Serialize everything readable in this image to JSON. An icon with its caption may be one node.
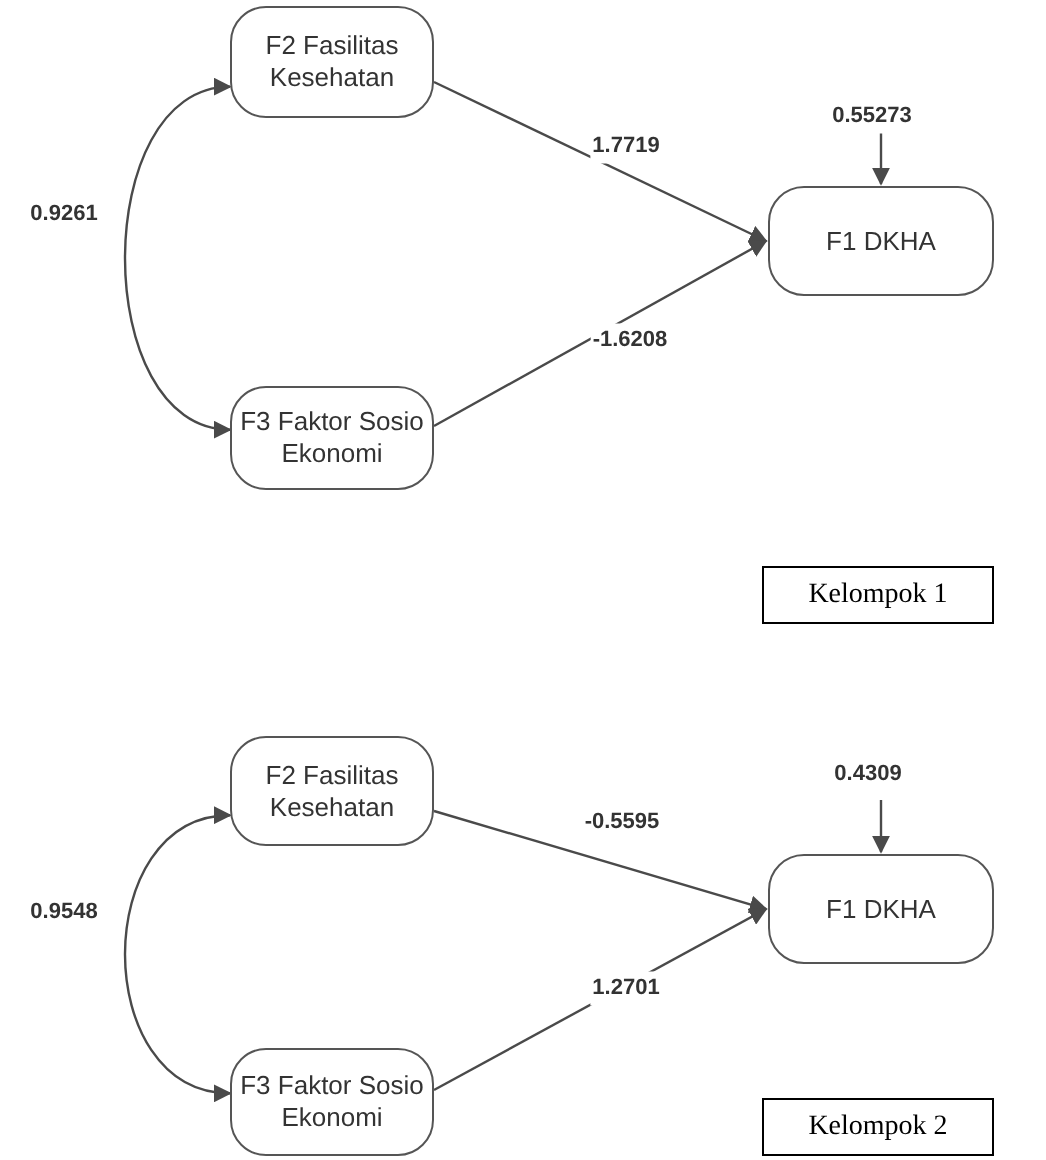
{
  "diagram": {
    "nodes": [
      {
        "text": [
          "F2 Fasilitas Kesehatan"
        ]
      },
      {
        "text": [
          "F3 Faktor Sosio Ekonomi"
        ]
      },
      {
        "text": [
          "F1 DKHA"
        ]
      },
      {
        "text": [
          "Kelompok 1"
        ]
      },
      {
        "text": [
          "F2 Fasilitas Kesehatan"
        ]
      },
      {
        "text": [
          "F3 Faktor Sosio Ekonomi"
        ]
      },
      {
        "text": [
          "F1 DKHA"
        ]
      },
      {
        "text": [
          "Kelompok 2"
        ]
      }
    ],
    "edges": [
      {
        "from": 0,
        "to": 1,
        "arrow": "both",
        "label": "0.9261"
      },
      {
        "from": 0,
        "to": 2,
        "arrow": "to",
        "label": "1.7719"
      },
      {
        "from": 1,
        "to": 2,
        "arrow": "to",
        "label": "-1.6208"
      },
      {
        "from": null,
        "to": 2,
        "arrow": "to",
        "label": "0.55273"
      },
      {
        "from": 4,
        "to": 5,
        "arrow": "both",
        "label": "0.9548"
      },
      {
        "from": 4,
        "to": 6,
        "arrow": "to",
        "label": "-0.5595"
      },
      {
        "from": 5,
        "to": 6,
        "arrow": "to",
        "label": "1.2701"
      },
      {
        "from": null,
        "to": 6,
        "arrow": "to",
        "label": "0.4309"
      }
    ]
  }
}
